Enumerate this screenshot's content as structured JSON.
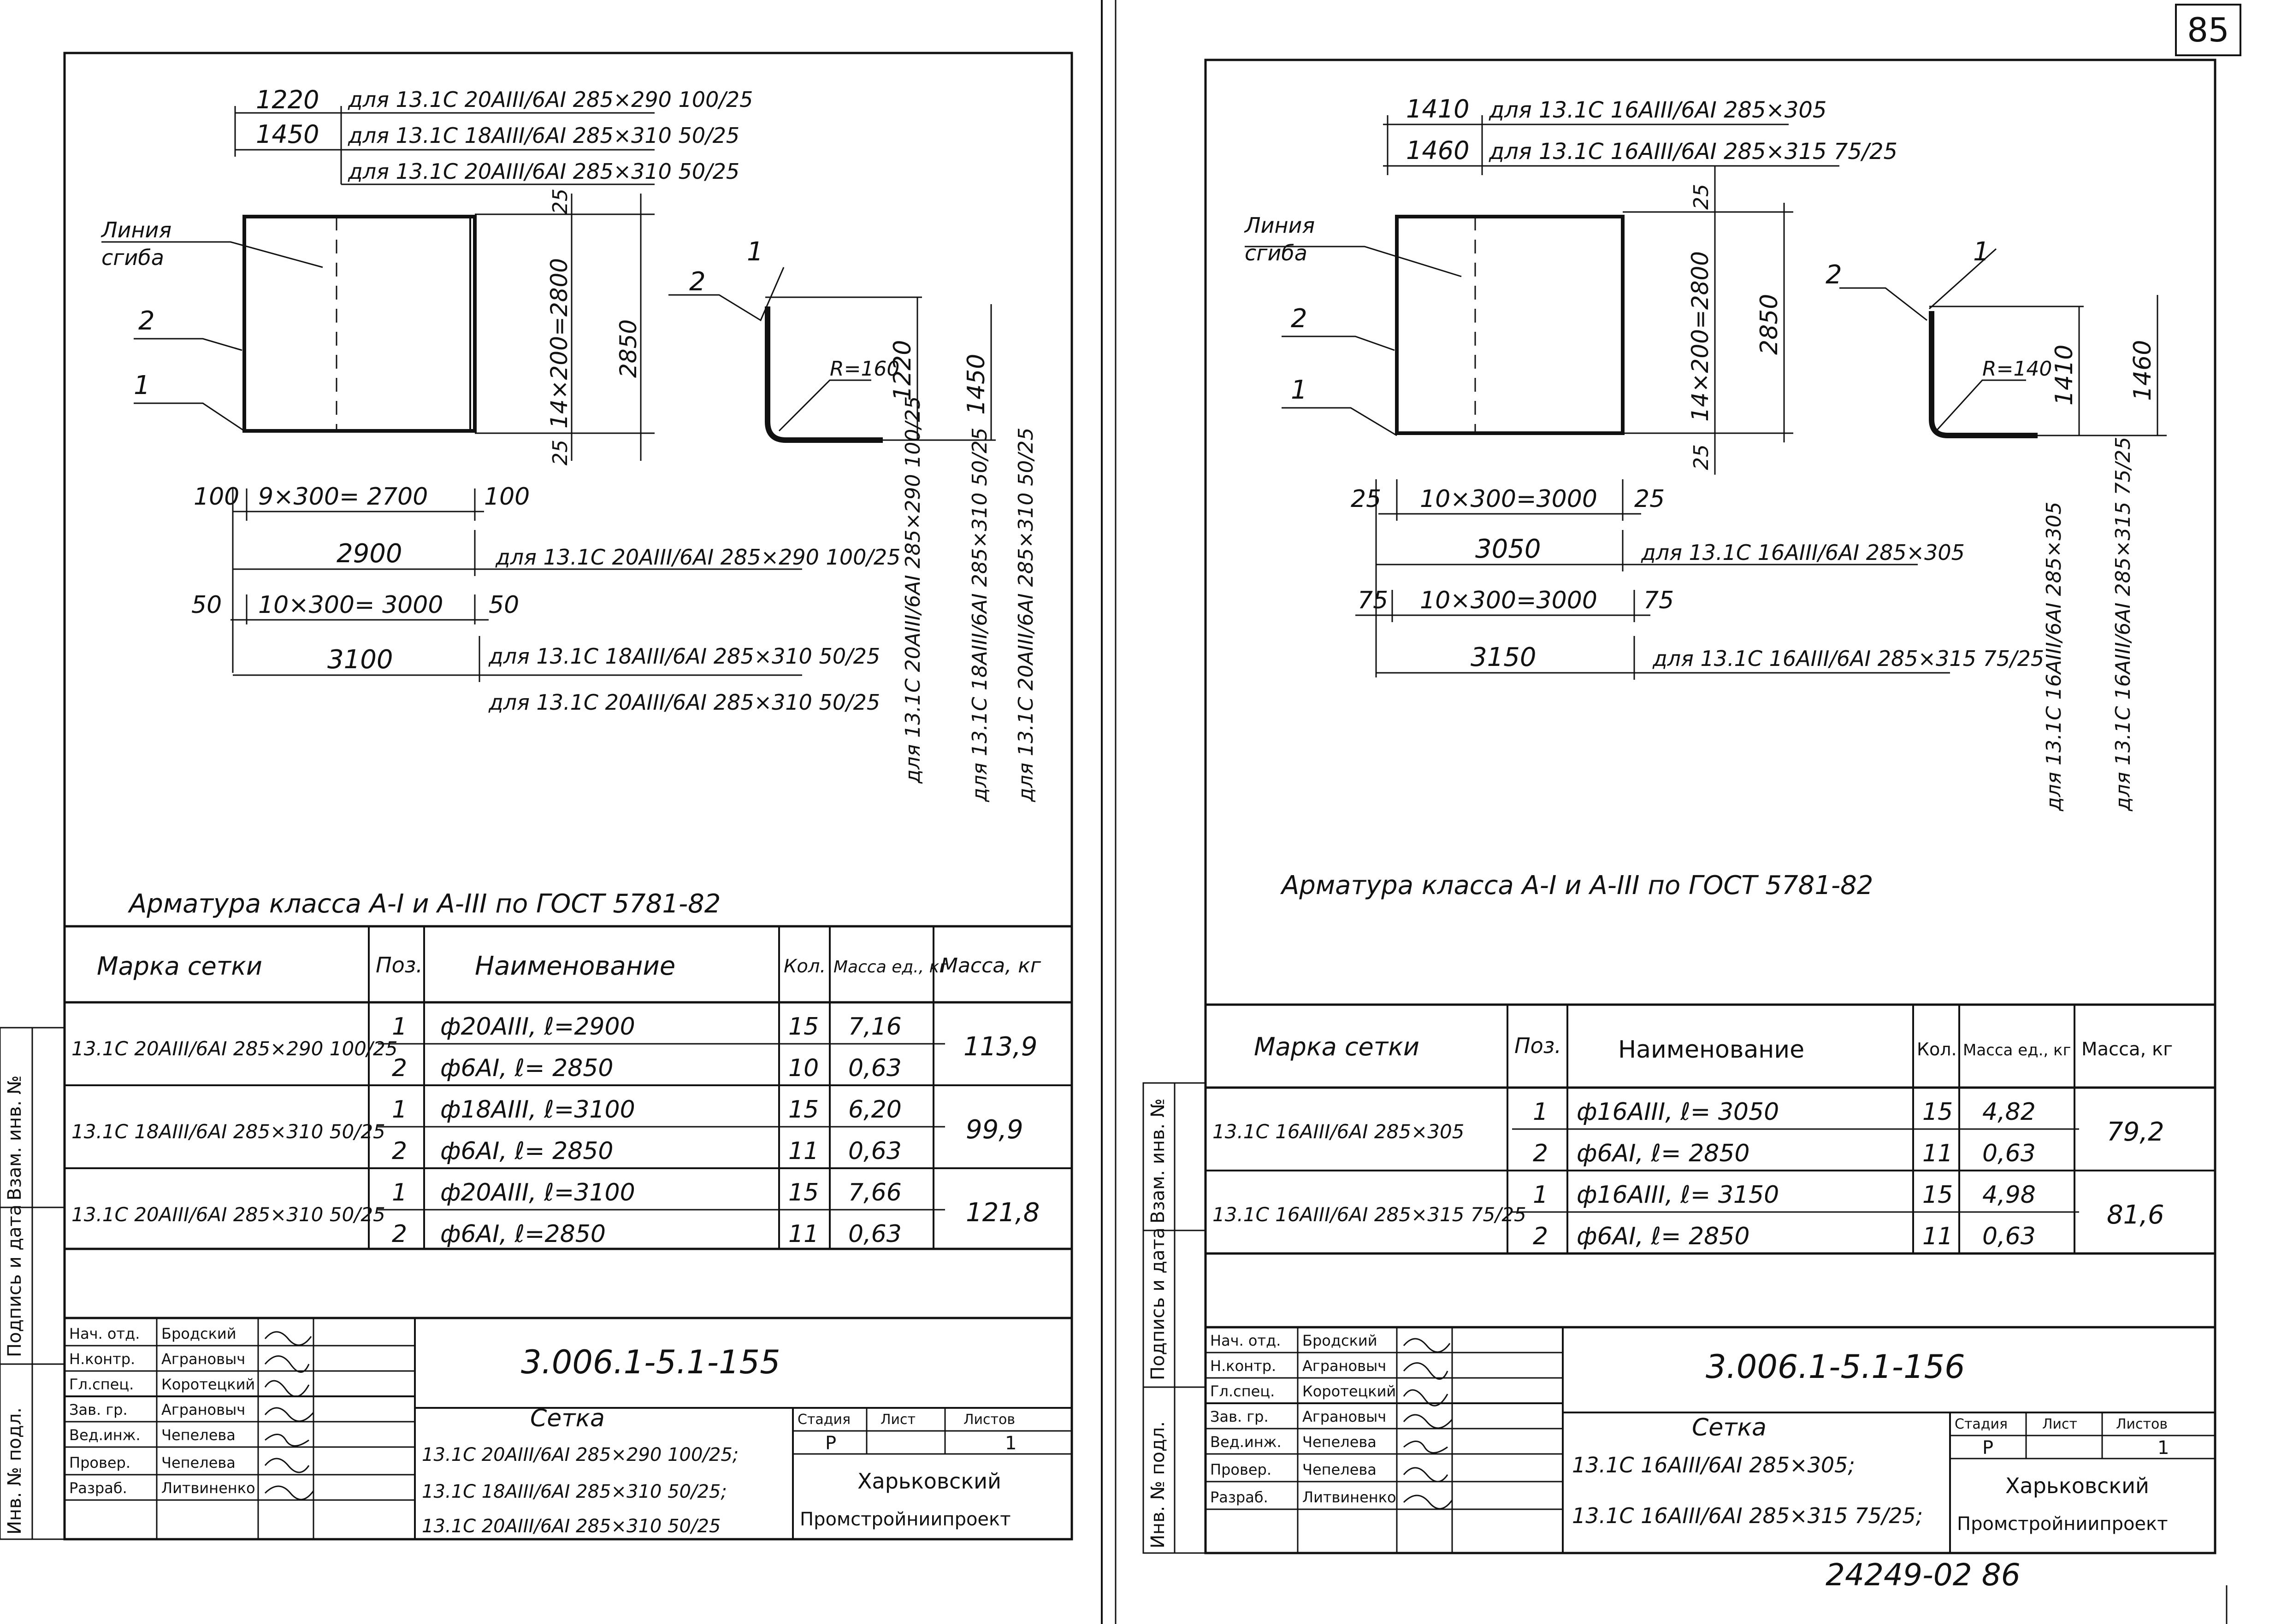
{
  "page_number": "85",
  "footer_number": "24249-02   86",
  "left": {
    "note_bending_line": [
      "Линия",
      "сгиба"
    ],
    "pos1": "1",
    "pos2": "2",
    "top_dims": [
      {
        "len": "1220",
        "text": "для 13.1С 20АIII/6АI 285×290 100/25"
      },
      {
        "len": "1450",
        "text": "для 13.1С 18АIII/6АI 285×310 50/25"
      },
      {
        "len": "",
        "text": "для 13.1С 20АIII/6АI 285×310 50/25"
      }
    ],
    "dim_vert_inner": "14×200=2800",
    "dim_vert_outer": "2850",
    "dim_top25": "25",
    "dim_bot25": "25",
    "row1": {
      "a": "100",
      "b": "9×300= 2700",
      "c": "100"
    },
    "row2": {
      "len": "2900",
      "text": "для 13.1С 20АIII/6АI 285×290 100/25"
    },
    "row3": {
      "a": "50",
      "b": "10×300= 3000",
      "c": "50"
    },
    "row4": {
      "len": "3100",
      "texts": [
        "для 13.1С 18АIII/6АI 285×310 50/25",
        "для 13.1С 20АIII/6АI 285×310 50/25"
      ]
    },
    "bend": {
      "pos1": "1",
      "pos2": "2",
      "radius": "R=160",
      "h1": "1220",
      "h2": "1450"
    },
    "rotated_labels": [
      "для 13.1С 20АIII/6АI 285×290 100/25",
      "для 13.1С 18АIII/6АI 285×310 50/25",
      "для 13.1С 20АIII/6АI 285×310 50/25"
    ],
    "caption": "Арматура класса А-I и А-III по ГОСТ 5781-82",
    "table": {
      "headers": [
        "Марка сетки",
        "Поз.",
        "Наименование",
        "Кол.",
        "Масса ед., кг",
        "Масса, кг"
      ],
      "groups": [
        {
          "mark": "13.1С 20АIII/6АI 285×290 100/25",
          "mass": "113,9",
          "rows": [
            {
              "pos": "1",
              "name": "ф20АIII,   ℓ=2900",
              "qty": "15",
              "unit": "7,16"
            },
            {
              "pos": "2",
              "name": "ф6АI,   ℓ= 2850",
              "qty": "10",
              "unit": "0,63"
            }
          ]
        },
        {
          "mark": "13.1С 18АIII/6АI 285×310 50/25",
          "mass": "99,9",
          "rows": [
            {
              "pos": "1",
              "name": "ф18АIII,   ℓ=3100",
              "qty": "15",
              "unit": "6,20"
            },
            {
              "pos": "2",
              "name": "ф6АI,   ℓ= 2850",
              "qty": "11",
              "unit": "0,63"
            }
          ]
        },
        {
          "mark": "13.1С 20АIII/6АI 285×310 50/25",
          "mass": "121,8",
          "rows": [
            {
              "pos": "1",
              "name": "ф20АIII,   ℓ=3100",
              "qty": "15",
              "unit": "7,66"
            },
            {
              "pos": "2",
              "name": "ф6АI,   ℓ=2850",
              "qty": "11",
              "unit": "0,63"
            }
          ]
        }
      ]
    },
    "stamp": {
      "people": [
        {
          "role": "Нач. отд.",
          "name": "Бродский"
        },
        {
          "role": "Н.контр.",
          "name": "Аграновыч"
        },
        {
          "role": "Гл.спец.",
          "name": "Коротецкий"
        },
        {
          "role": "Зав. гр.",
          "name": "Аграновыч"
        },
        {
          "role": "Вед.инж.",
          "name": "Чепелева"
        },
        {
          "role": "Провер.",
          "name": "Чепелева"
        },
        {
          "role": "Разраб.",
          "name": "Литвиненко"
        }
      ],
      "code": "3.006.1-5.1-155",
      "title": "Сетка",
      "marks": [
        "13.1С 20АIII/6АI 285×290 100/25;",
        "13.1С 18АIII/6АI 285×310 50/25;",
        "13.1С 20АIII/6АI 285×310 50/25"
      ],
      "stage_labels": [
        "Стадия",
        "Лист",
        "Листов"
      ],
      "stage_values": [
        "Р",
        "",
        "1"
      ],
      "org": [
        "Харьковский",
        "Промстройниипроект"
      ]
    }
  },
  "right": {
    "note_bending_line": [
      "Линия",
      "сгиба"
    ],
    "pos1": "1",
    "pos2": "2",
    "top_dims": [
      {
        "len": "1410",
        "text": "для 13.1С 16АIII/6АI 285×305"
      },
      {
        "len": "1460",
        "text": "для 13.1С 16АIII/6АI 285×315 75/25"
      }
    ],
    "dim_vert_inner": "14×200=2800",
    "dim_vert_outer": "2850",
    "dim_top25": "25",
    "dim_bot25": "25",
    "row1": {
      "a": "25",
      "b": "10×300=3000",
      "c": "25"
    },
    "row2": {
      "len": "3050",
      "text": "для 13.1С 16АIII/6АI 285×305"
    },
    "row3": {
      "a": "75",
      "b": "10×300=3000",
      "c": "75"
    },
    "row4": {
      "len": "3150",
      "text": "для 13.1С 16АIII/6АI 285×315 75/25"
    },
    "bend": {
      "pos1": "1",
      "pos2": "2",
      "radius": "R=140",
      "h1": "1410",
      "h2": "1460"
    },
    "rotated_labels": [
      "для 13.1С 16АIII/6АI 285×305",
      "для 13.1С 16АIII/6АI 285×315 75/25"
    ],
    "caption": "Арматура класса А-I и А-III по ГОСТ 5781-82",
    "table": {
      "headers": [
        "Марка сетки",
        "Поз.",
        "Наименование",
        "Кол.",
        "Масса ед., кг",
        "Масса, кг"
      ],
      "groups": [
        {
          "mark": "13.1С 16АIII/6АI 285×305",
          "mass": "79,2",
          "rows": [
            {
              "pos": "1",
              "name": "ф16АIII,   ℓ= 3050",
              "qty": "15",
              "unit": "4,82"
            },
            {
              "pos": "2",
              "name": "ф6АI,   ℓ= 2850",
              "qty": "11",
              "unit": "0,63"
            }
          ]
        },
        {
          "mark": "13.1С 16АIII/6АI 285×315 75/25",
          "mass": "81,6",
          "rows": [
            {
              "pos": "1",
              "name": "ф16АIII,   ℓ= 3150",
              "qty": "15",
              "unit": "4,98"
            },
            {
              "pos": "2",
              "name": "ф6АI,   ℓ= 2850",
              "qty": "11",
              "unit": "0,63"
            }
          ]
        }
      ]
    },
    "stamp": {
      "people": [
        {
          "role": "Нач. отд.",
          "name": "Бродский"
        },
        {
          "role": "Н.контр.",
          "name": "Аграновыч"
        },
        {
          "role": "Гл.спец.",
          "name": "Коротецкий"
        },
        {
          "role": "Зав. гр.",
          "name": "Аграновыч"
        },
        {
          "role": "Вед.инж.",
          "name": "Чепелева"
        },
        {
          "role": "Провер.",
          "name": "Чепелева"
        },
        {
          "role": "Разраб.",
          "name": "Литвиненко"
        }
      ],
      "code": "3.006.1-5.1-156",
      "title": "Сетка",
      "marks": [
        "13.1С 16АIII/6АI 285×305;",
        "13.1С 16АIII/6АI 285×315 75/25;"
      ],
      "stage_labels": [
        "Стадия",
        "Лист",
        "Листов"
      ],
      "stage_values": [
        "Р",
        "",
        "1"
      ],
      "org": [
        "Харьковский",
        "Промстройниипроект"
      ]
    }
  },
  "side_strip": {
    "labels": [
      "Инв. № подл.",
      "Подпись и дата",
      "Взам. инв. №"
    ]
  },
  "colors": {
    "ink": "#111111",
    "paper": "#ffffff"
  }
}
